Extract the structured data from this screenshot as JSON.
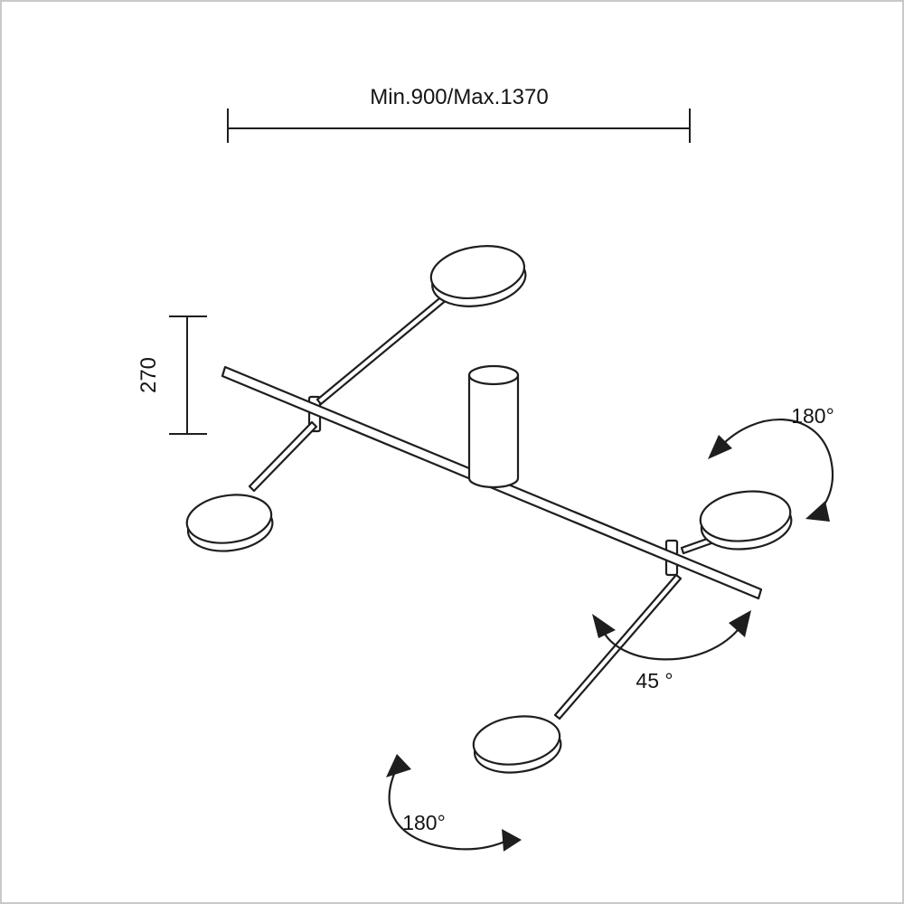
{
  "figure": {
    "kind": "technical-line-drawing",
    "background_color": "#ffffff",
    "border_color": "#c9c9c9",
    "line_color": "#1e1e1e"
  },
  "dimensions": {
    "width_label": "Min.900/Max.1370",
    "height_label": "270"
  },
  "angles": {
    "top_right": "180°",
    "swivel": "45 °",
    "bottom": "180°"
  }
}
